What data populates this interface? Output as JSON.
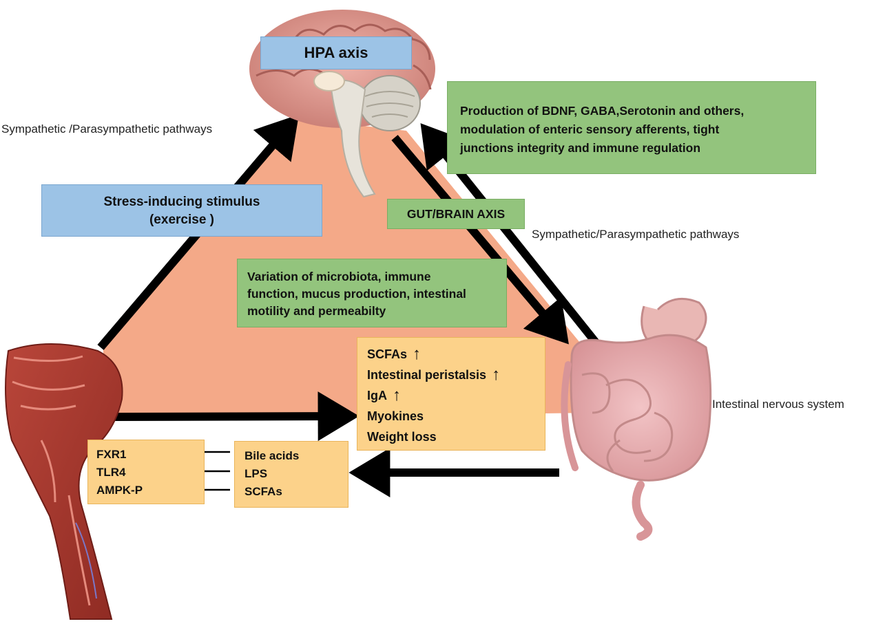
{
  "hpa_axis": "HPA axis",
  "stress": {
    "line1": "Stress-inducing stimulus",
    "line2": "(exercise )"
  },
  "production": {
    "lines": [
      "Production of  BDNF, GABA,Serotonin and others,",
      "modulation of enteric sensory afferents, tight",
      "junctions  integrity and immune regulation"
    ]
  },
  "gut_brain_axis": "GUT/BRAIN AXIS",
  "pathway_label_left": "Sympathetic /Parasympathetic pathways",
  "pathway_label_right": "Sympathetic/Parasympathetic pathways",
  "variation": {
    "lines": [
      "Variation of microbiota, immune",
      "function, mucus production,  intestinal",
      "motility and permeabilty"
    ]
  },
  "effects": {
    "items": [
      {
        "label": "SCFAs",
        "arrow": "↑"
      },
      {
        "label": "Intestinal peristalsis",
        "arrow": "↑"
      },
      {
        "label": "IgA",
        "arrow": "↑"
      },
      {
        "label": "Myokines",
        "arrow": ""
      },
      {
        "label": "Weight  loss",
        "arrow": ""
      }
    ]
  },
  "muscle_targets": [
    "FXR1",
    "TLR4",
    "AMPK-P"
  ],
  "gut_signals": [
    "Bile acids",
    "LPS",
    "SCFAs"
  ],
  "intestinal_nervous_system": "Intestinal nervous system",
  "colors": {
    "triangle_fill": "#f4a988",
    "blue_box": "#9cc3e6",
    "green_box": "#93c47d",
    "orange_box": "#fcd28a",
    "arrow": "#000000"
  }
}
